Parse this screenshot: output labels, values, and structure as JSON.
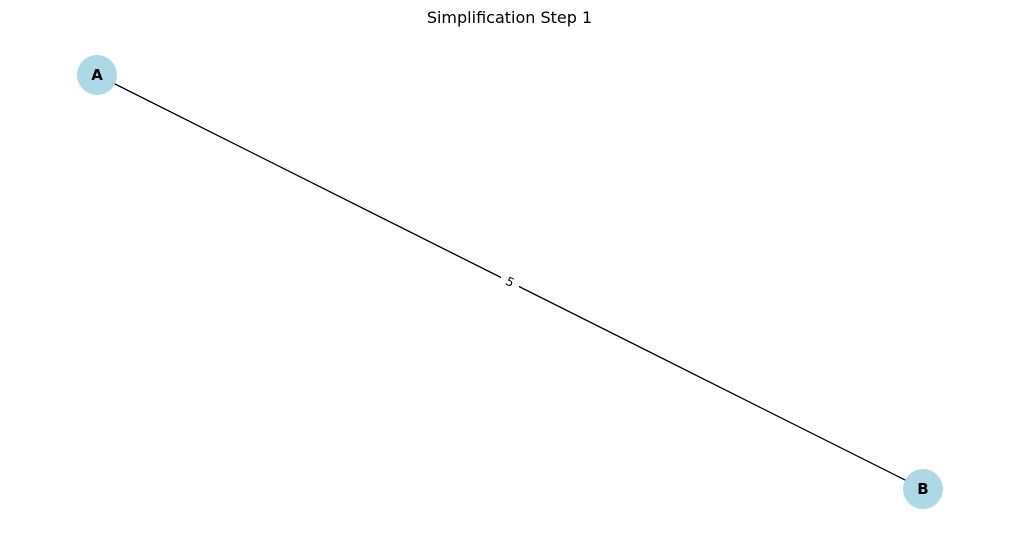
{
  "title": "Simplification Step 1",
  "colors": {
    "node_fill": "#add8e6",
    "edge": "#000000",
    "label": "#000000",
    "edge_label_bg": "#ffffff"
  },
  "nodes": [
    {
      "id": "A",
      "label": "A"
    },
    {
      "id": "B",
      "label": "B"
    }
  ],
  "edges": [
    {
      "from": "A",
      "to": "B",
      "label": "5"
    }
  ]
}
